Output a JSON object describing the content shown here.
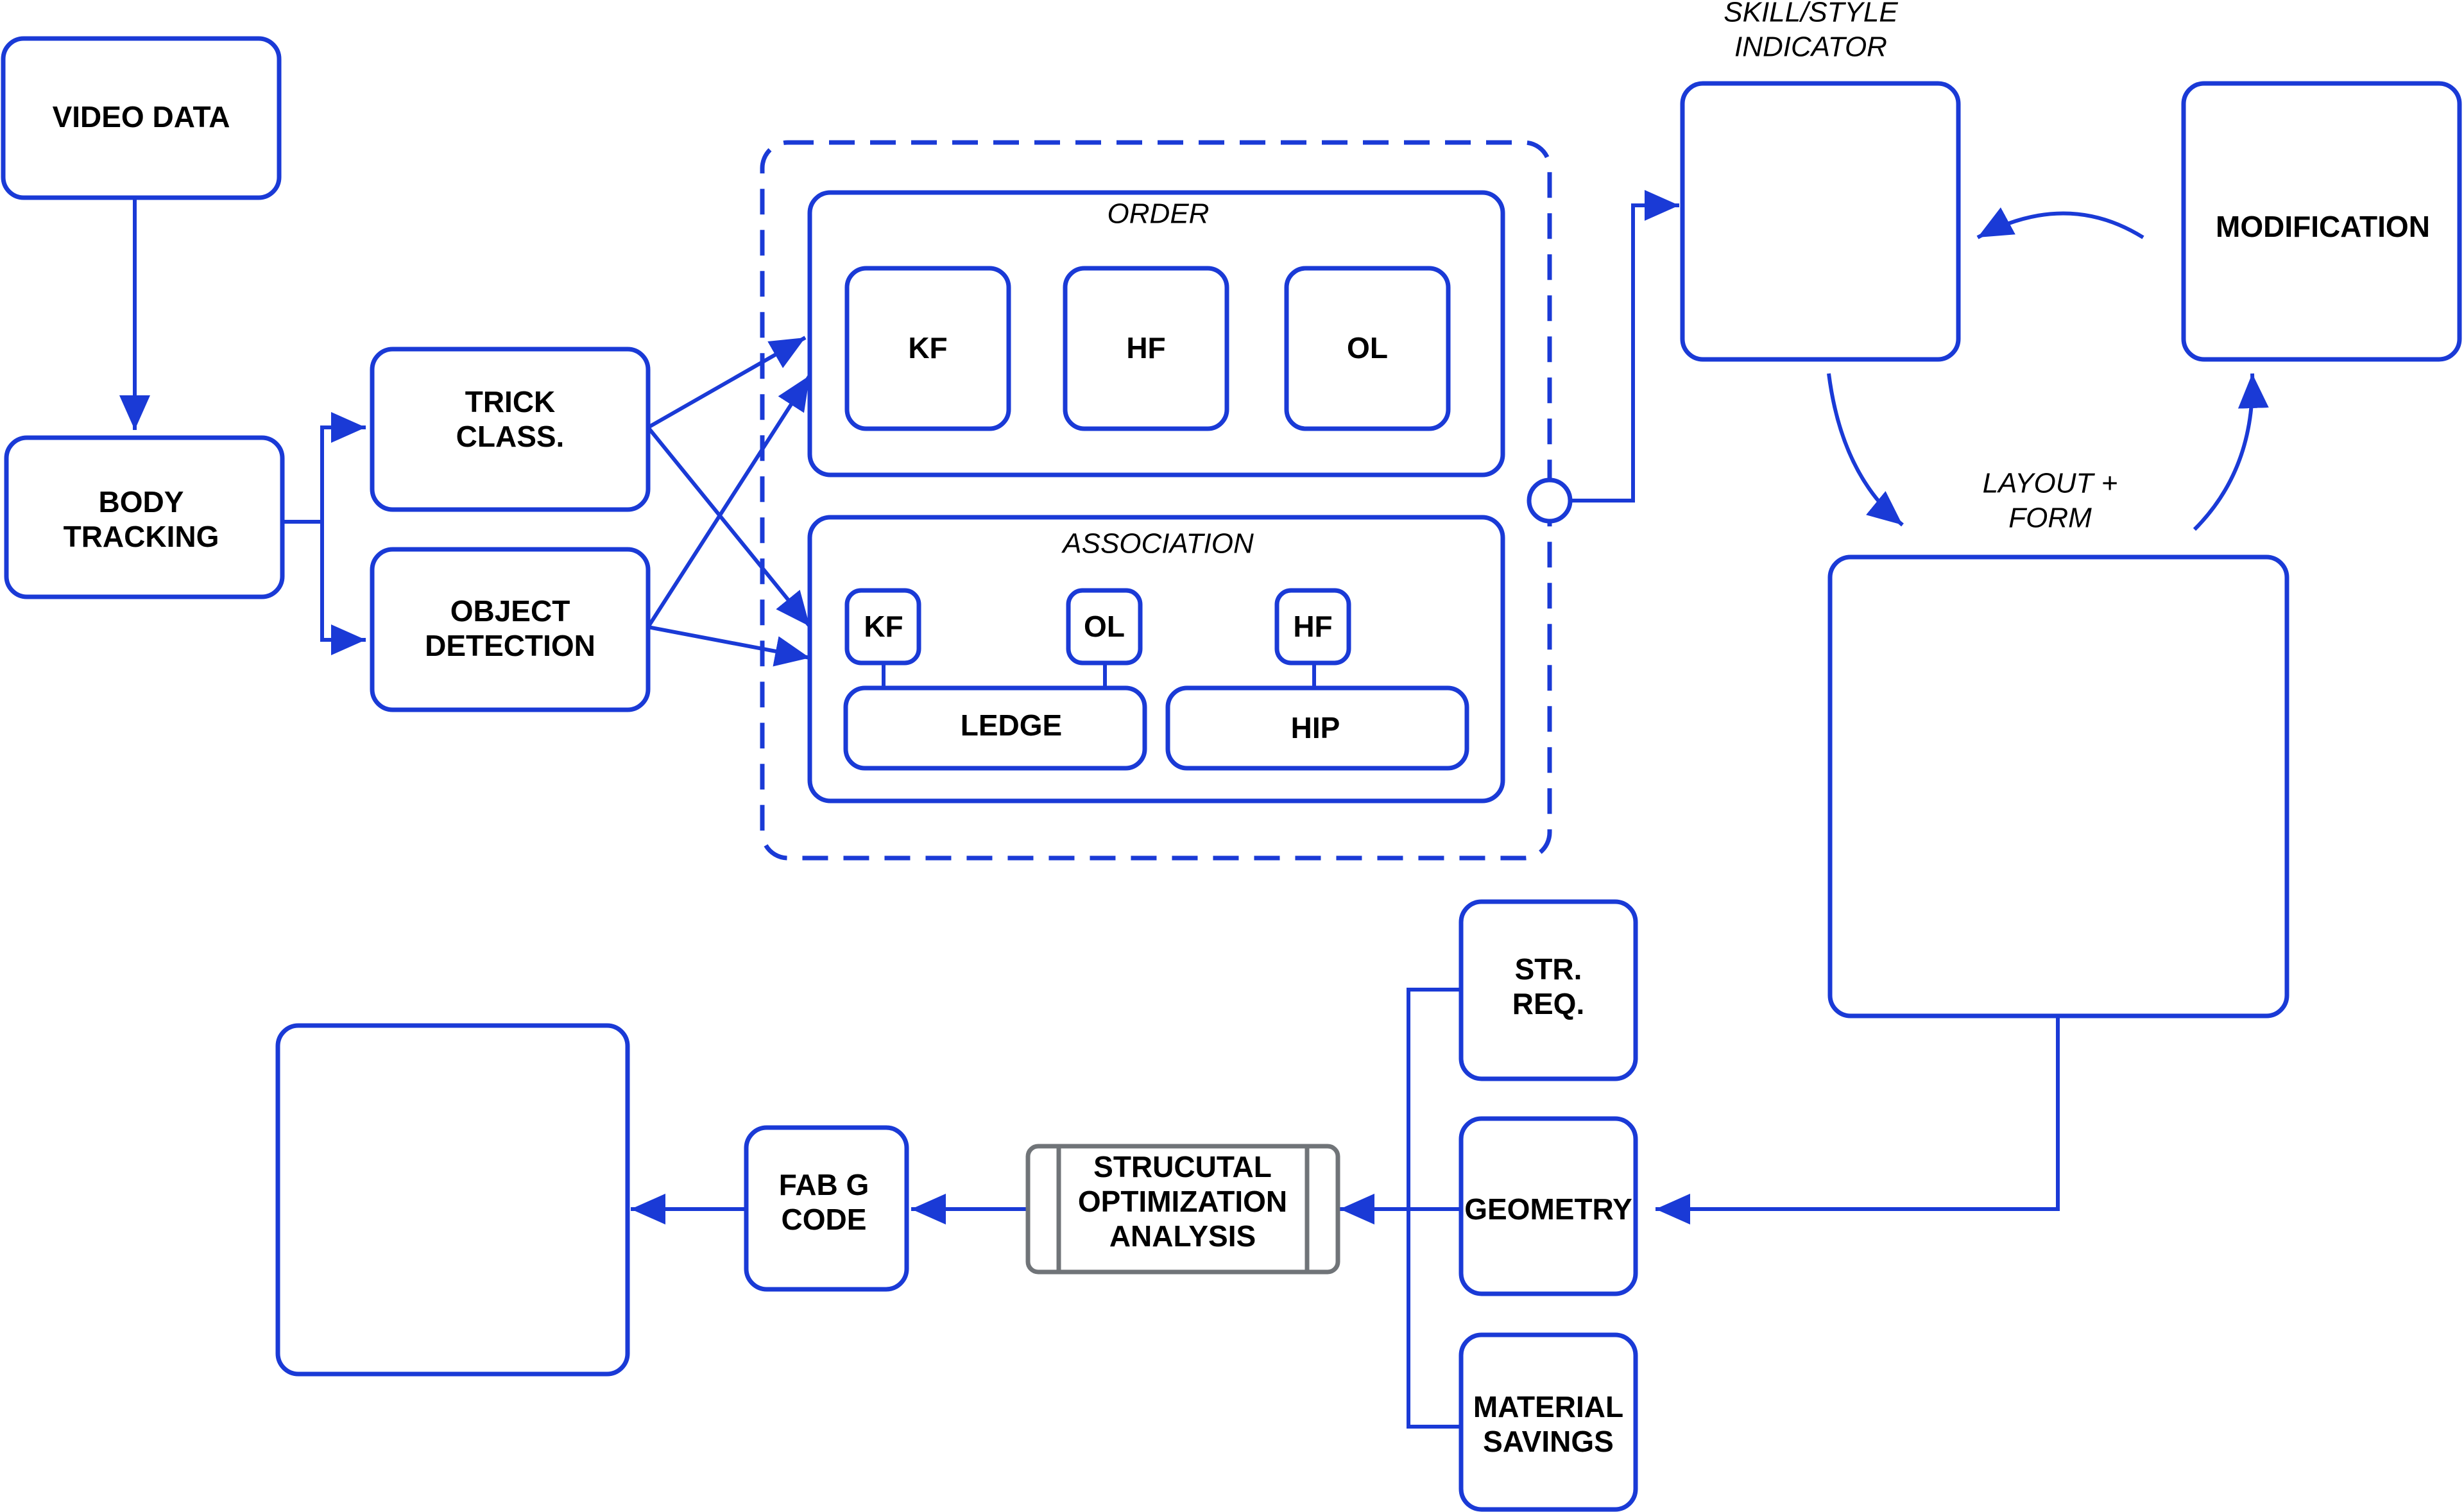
{
  "nodes": {
    "video_data": "VIDEO DATA",
    "body_tracking": [
      "BODY",
      "TRACKING"
    ],
    "trick_class": [
      "TRICK",
      "CLASS."
    ],
    "object_detection": [
      "OBJECT",
      "DETECTION"
    ],
    "order": {
      "title": "ORDER",
      "items": [
        "KF",
        "HF",
        "OL"
      ]
    },
    "association": {
      "title": "ASSOCIATION",
      "tags": [
        "KF",
        "OL",
        "HF"
      ],
      "groups": [
        "LEDGE",
        "HIP"
      ]
    },
    "skill_style": [
      "SKILL/STYLE",
      "INDICATOR"
    ],
    "modification": "MODIFICATION",
    "layout_form": [
      "LAYOUT +",
      "FORM"
    ],
    "str_req": [
      "STR.",
      "REQ."
    ],
    "geometry": "GEOMETRY",
    "material_savings": [
      "MATERIAL",
      "SAVINGS"
    ],
    "structural_analysis": [
      "STRUCUTAL",
      "OPTIMIZATION",
      "ANALYSIS"
    ],
    "fab_gcode": [
      "FAB G",
      "CODE"
    ]
  },
  "colors": {
    "accent": "#1a3ad6",
    "process_border": "#707478",
    "text": "#000000"
  }
}
